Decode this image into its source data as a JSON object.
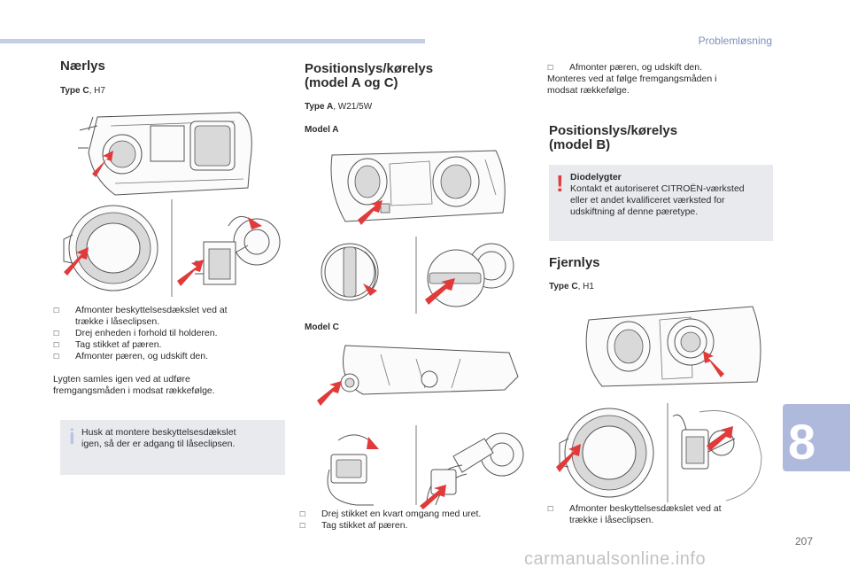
{
  "header": {
    "section": "Problemløsning",
    "chapter": "8"
  },
  "footer": {
    "page_number": "207",
    "watermark": "carmanualsonline.info"
  },
  "col1": {
    "title": "Nærlys",
    "type_label": "Type C",
    "type_value": ", H7",
    "steps": [
      [
        "Afmonter beskyttelsesdækslet ved at",
        "trække i låseclipsen."
      ],
      [
        "Drej enheden i forhold til holderen."
      ],
      [
        "Tag stikket af pæren."
      ],
      [
        "Afmonter pæren, og udskift den."
      ]
    ],
    "after_1": "Lygten samles igen ved at udføre",
    "after_2": "fremgangsmåden i modsat rækkefølge.",
    "note_1": "Husk at montere beskyttelsesdækslet",
    "note_2": "igen, så der er adgang til låseclipsen."
  },
  "col2": {
    "title_1": "Positionslys/kørelys",
    "title_2": "(model A og C)",
    "type_label": "Type A",
    "type_value": ", W21/5W",
    "model_a": "Model A",
    "model_c": "Model C",
    "steps": [
      [
        "Drej stikket en kvart omgang med uret."
      ],
      [
        "Tag stikket af pæren."
      ]
    ]
  },
  "col3": {
    "intro_step_1": "Afmonter pæren, og udskift den.",
    "intro_2": "Monteres ved at følge fremgangsmåden i",
    "intro_3": "modsat rækkefølge.",
    "title_1": "Positionslys/kørelys",
    "title_2": "(model B)",
    "warn_title": "Diodelygter",
    "warn_1": "Kontakt et autoriseret CITROËN-værksted",
    "warn_2": "eller et andet kvalificeret værksted for",
    "warn_3": "udskiftning af denne pæretype.",
    "title_fj": "Fjernlys",
    "type_label": "Type C",
    "type_value": ", H1",
    "steps": [
      [
        "Afmonter beskyttelsesdækslet ved at",
        "trække i låseclipsen."
      ]
    ]
  },
  "icons": {
    "step_marker": "checkbox-marker-icon",
    "info": "info-icon",
    "warning": "warning-icon"
  },
  "colors": {
    "accent_red": "#e03a3a",
    "tab_blue": "#aeb9dc",
    "header_bar": "#c5cee6"
  }
}
